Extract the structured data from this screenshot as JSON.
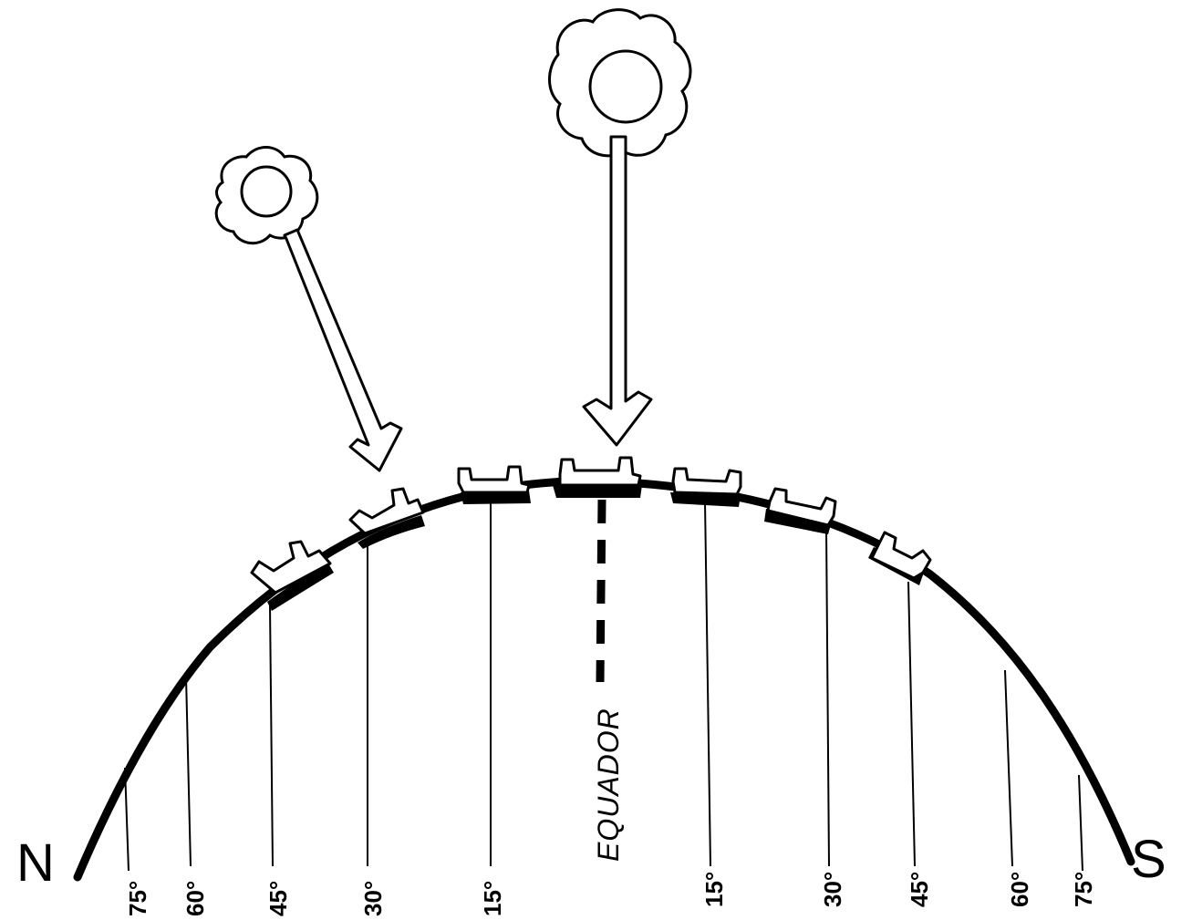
{
  "poles": {
    "north": "N",
    "south": "S"
  },
  "equator_label": "EQUADOR",
  "north_latitudes": [
    "75°",
    "60°",
    "45°",
    "30°",
    "15°"
  ],
  "south_latitudes": [
    "15°",
    "30°",
    "45°",
    "60°",
    "75°"
  ],
  "colors": {
    "ink": "#000000",
    "paper": "#ffffff"
  },
  "icons": [
    "sun-small-icon",
    "sun-large-icon",
    "arrow-down-icon",
    "panel-icon"
  ]
}
